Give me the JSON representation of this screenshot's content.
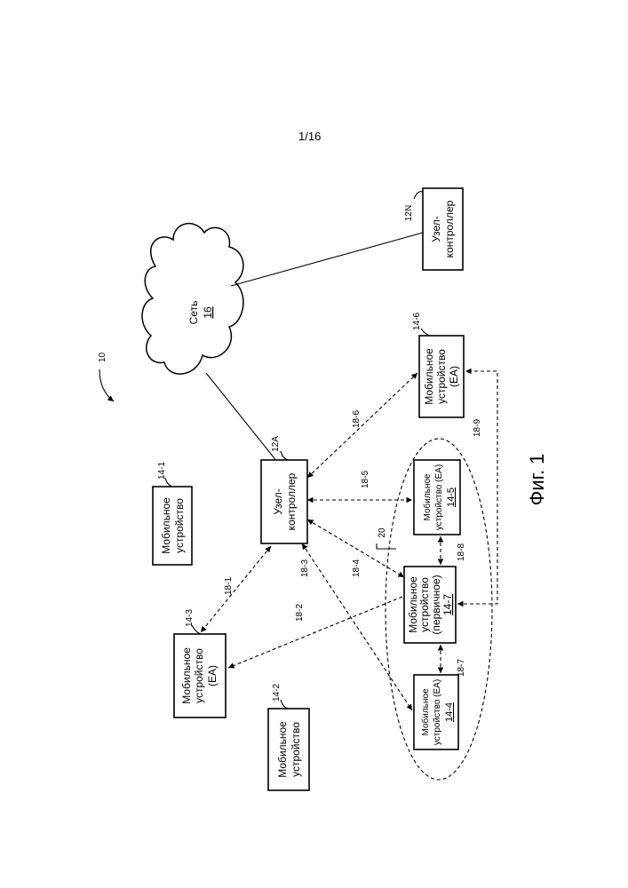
{
  "page_number": "1/16",
  "figure_caption": "Фиг. 1",
  "system_ref": "10",
  "network": {
    "label": "Сеть",
    "ref": "16",
    "ref_label": "16"
  },
  "controller_a": {
    "label_line1": "Узел-",
    "label_line2": "контроллер",
    "ref": "12A"
  },
  "controller_n": {
    "label_line1": "Узел-",
    "label_line2": "контроллер",
    "ref": "12N"
  },
  "devices": {
    "d14_1": {
      "line1": "Мобильное",
      "line2": "устройство",
      "ref": "14-1"
    },
    "d14_2": {
      "line1": "Мобильное",
      "line2": "устройство",
      "ref": "14-2"
    },
    "d14_3": {
      "line1": "Мобильное",
      "line2": "устройство",
      "line3": "(EA)",
      "ref": "14-3"
    },
    "d14_6": {
      "line1": "Мобильное",
      "line2": "устройство",
      "line3": "(EA)",
      "ref": "14-6"
    },
    "d14_7": {
      "line1": "Мобильное",
      "line2": "устройство",
      "line3": "(первичное)",
      "ref_label": "14-7"
    },
    "d14_5": {
      "line1": "Мобильное",
      "line2": "устройство (EA)",
      "ref_label": "14-5"
    },
    "d14_4": {
      "line1": "Мобильное",
      "line2": "устройство (EA)",
      "ref_label": "14-4"
    }
  },
  "group_ref": "20",
  "links": [
    "18-1",
    "18-2",
    "18-3",
    "18-4",
    "18-5",
    "18-6",
    "18-7",
    "18-8",
    "18-9"
  ]
}
